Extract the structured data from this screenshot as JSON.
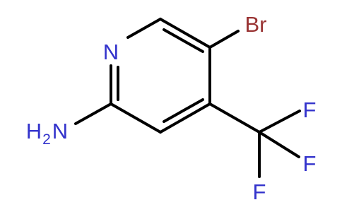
{
  "molecule": {
    "atoms": {
      "n_ring": {
        "text": "N",
        "color": "#3333cc"
      },
      "bromine": {
        "text": "Br",
        "color": "#993333"
      },
      "amine_h": {
        "text": "H",
        "color": "#3333cc"
      },
      "amine_h_count": {
        "text": "2",
        "color": "#3333cc"
      },
      "amine_n": {
        "text": "N",
        "color": "#3333cc"
      },
      "fluorine_1": {
        "text": "F",
        "color": "#3333cc"
      },
      "fluorine_2": {
        "text": "F",
        "color": "#3333cc"
      },
      "fluorine_3": {
        "text": "F",
        "color": "#3333cc"
      }
    },
    "bond_color": "#000000"
  }
}
